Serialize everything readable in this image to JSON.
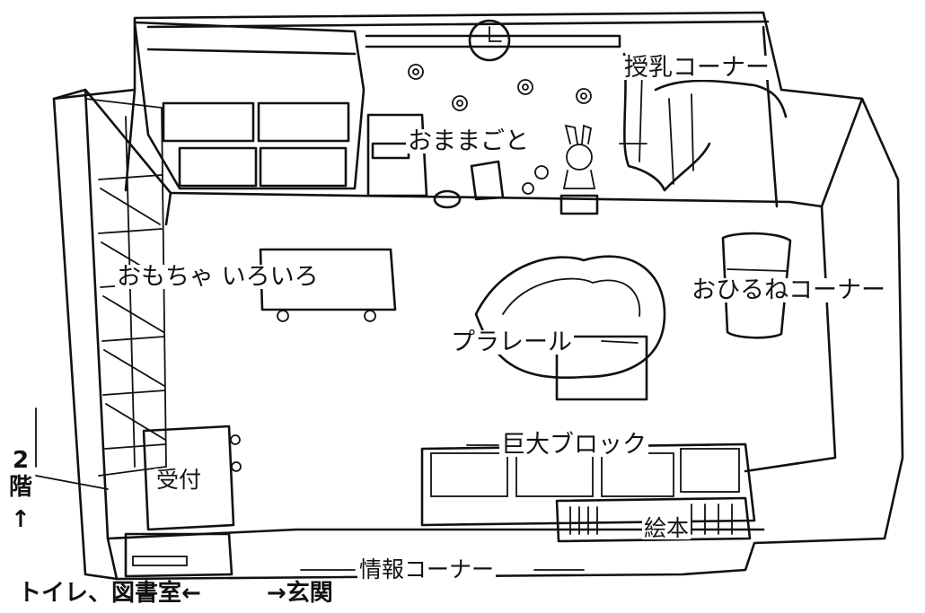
{
  "labels": {
    "nursing_corner": "授乳コーナー",
    "house_play": "おままごと",
    "toys": "おもちゃ いろいろ",
    "nap_corner": "おひるねコーナー",
    "train_set": "プラレール",
    "giant_blocks": "巨大ブロック",
    "reception": "受付",
    "picture_books": "絵本",
    "info_corner": "情報コーナー",
    "floor_number": "2",
    "floor_kanji": "階",
    "floor_arrow": "↑",
    "exit_left": "トイレ、図書室←",
    "exit_right": "→玄関"
  },
  "icons": [
    "wall-clock-icon",
    "flower-icon",
    "rabbit-doll-icon",
    "curtain-icon"
  ]
}
